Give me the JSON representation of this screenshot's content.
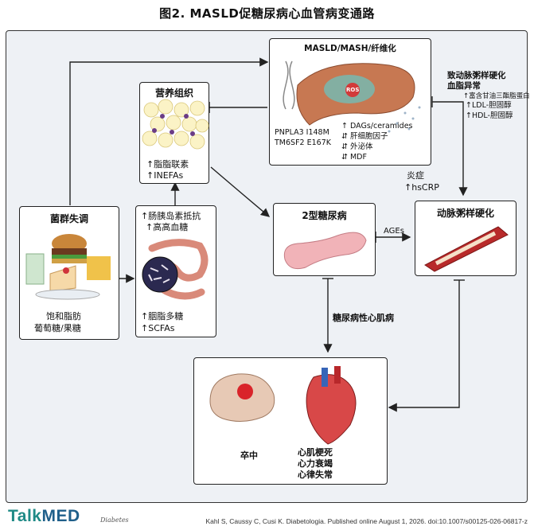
{
  "title": "图2. MASLD促糖尿病心血管病变通路",
  "boxes": {
    "liver": {
      "title": "MASLD/MASH/纤维化",
      "genes": [
        "PNPLA3 I148M",
        "TM6SF2 E167K"
      ],
      "ros": "ROS",
      "factors": [
        "↑ DAGs/ceramides",
        "⇵ 肝细胞因子",
        "⇵ 外泌体",
        "⇵ MDF"
      ]
    },
    "adipose": {
      "title": "营养组织",
      "lines": [
        "↑脂脂联素",
        "↑INEFAs"
      ]
    },
    "dysbiosis": {
      "title": "菌群失调",
      "lines": [
        "饱和脂肪",
        "葡萄糖/果糖"
      ]
    },
    "gut": {
      "top_lines": [
        "↑肠胰岛素抵抗",
        "↑高高血糖"
      ],
      "bottom_lines": [
        "↑胭脂多糖",
        "↑SCFAs"
      ]
    },
    "t2d": {
      "title": "2型糖尿病"
    },
    "athero": {
      "title": "动脉粥样硬化"
    },
    "outcomes": {
      "left": "卒中",
      "right": [
        "心肌梗死",
        "心力衰竭",
        "心律失常"
      ]
    }
  },
  "labels": {
    "dyslipidemia": [
      "致动脉粥样硬化",
      "血脂异常"
    ],
    "lipids": [
      "↑富含甘油三酯脂蛋白",
      "↑LDL-胆固醇",
      "↑HDL-胆固醇"
    ],
    "inflammation": [
      "炎症",
      "↑hsCRP"
    ],
    "ages": "AGEs",
    "cardiomyopathy": "糖尿病性心肌病"
  },
  "footer": {
    "brand_a": "Talk",
    "brand_b": "MED",
    "journal": "Diabetes",
    "citation": "Kahl S, Caussy C, Cusi K.  Diabetologia. Published online August 1, 2026. doi:10.1007/s00125-026-06817-z"
  }
}
